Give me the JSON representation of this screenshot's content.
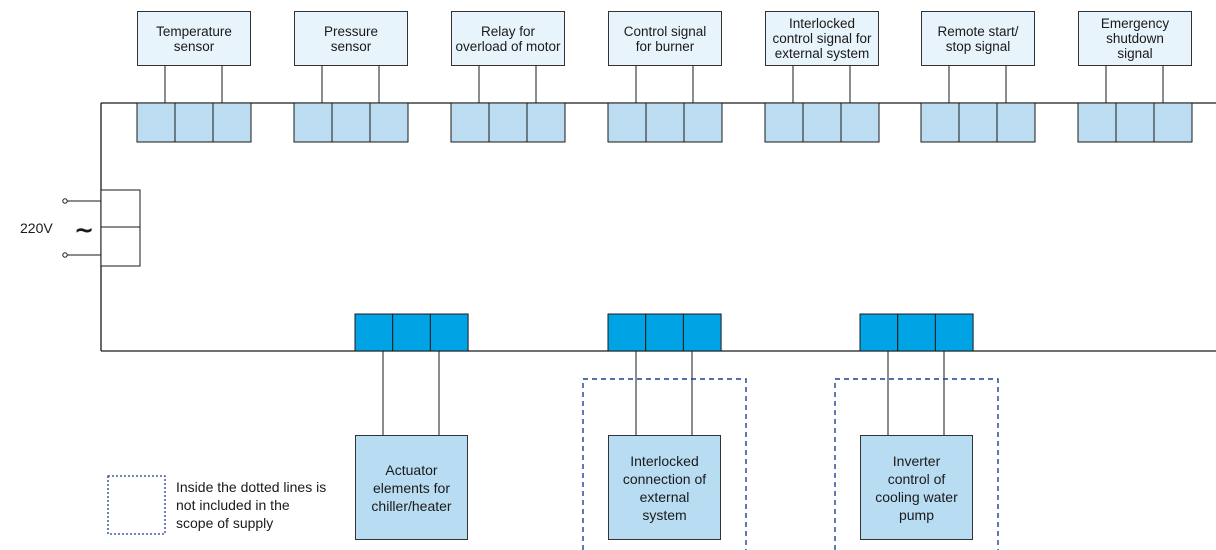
{
  "diagram": {
    "power": {
      "voltage_label": "220V",
      "ac_symbol": "~"
    },
    "top_components": [
      {
        "label": "Temperature\nsensor"
      },
      {
        "label": "Pressure\nsensor"
      },
      {
        "label": "Relay for\noverload of motor"
      },
      {
        "label": "Control signal\nfor burner"
      },
      {
        "label": "Interlocked\ncontrol signal for\nexternal system"
      },
      {
        "label": "Remote start/\nstop signal"
      },
      {
        "label": "Emergency\nshutdown\nsignal"
      }
    ],
    "bottom_components": [
      {
        "label": "Actuator\nelements for\nchiller/heater",
        "outside_scope": false
      },
      {
        "label": "Interlocked\nconnection of\nexternal\nsystem",
        "outside_scope": true
      },
      {
        "label": "Inverter\ncontrol of\ncooling water\npump",
        "outside_scope": true
      }
    ],
    "legend": {
      "text": "Inside the dotted lines is\nnot included in the\nscope of supply"
    },
    "colors": {
      "line": "#1a1a1a",
      "top_terminal": "#bcdcf2",
      "bottom_terminal": "#00a4e4",
      "component_box_top": "#e8f4fb",
      "component_box_bottom": "#b8ddf3",
      "dotted_boundary": "#1f3f8f"
    }
  }
}
